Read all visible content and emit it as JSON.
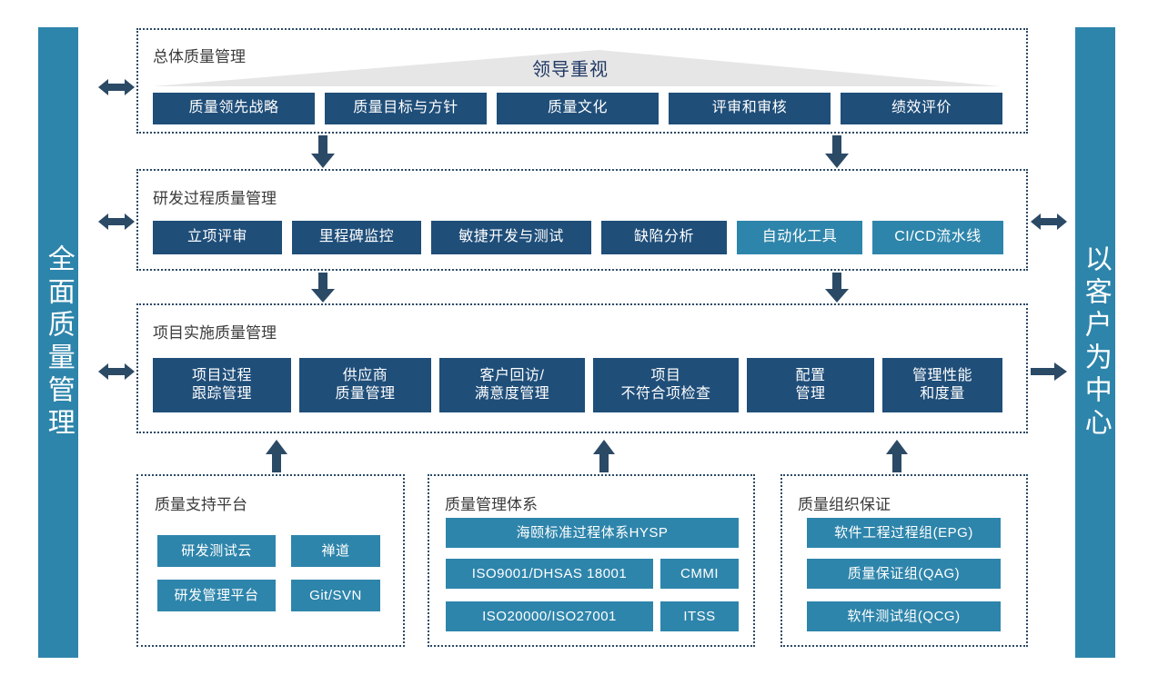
{
  "side_bars": {
    "left": {
      "label": "全面质量管理"
    },
    "right": {
      "label": "以客户为中心"
    }
  },
  "sections": [
    {
      "id": "overall-quality-management",
      "title": "总体质量管理",
      "pyramid_label": "领导重视",
      "boxes": [
        {
          "label": "质量领先战略",
          "color": "navy"
        },
        {
          "label": "质量目标与方针",
          "color": "navy"
        },
        {
          "label": "质量文化",
          "color": "navy"
        },
        {
          "label": "评审和审核",
          "color": "navy"
        },
        {
          "label": "绩效评价",
          "color": "navy"
        }
      ]
    },
    {
      "id": "rd-process-quality-management",
      "title": "研发过程质量管理",
      "boxes": [
        {
          "label": "立项评审",
          "color": "navy"
        },
        {
          "label": "里程碑监控",
          "color": "navy"
        },
        {
          "label": "敏捷开发与测试",
          "color": "navy"
        },
        {
          "label": "缺陷分析",
          "color": "navy"
        },
        {
          "label": "自动化工具",
          "color": "teal"
        },
        {
          "label": "CI/CD流水线",
          "color": "teal"
        }
      ]
    },
    {
      "id": "project-implementation-quality-management",
      "title": "项目实施质量管理",
      "boxes": [
        {
          "label": "项目过程\n跟踪管理",
          "color": "navy"
        },
        {
          "label": "供应商\n质量管理",
          "color": "navy"
        },
        {
          "label": "客户回访/\n满意度管理",
          "color": "navy"
        },
        {
          "label": "项目\n不符合项检查",
          "color": "navy"
        },
        {
          "label": "配置\n管理",
          "color": "navy"
        },
        {
          "label": "管理性能\n和度量",
          "color": "navy"
        }
      ]
    }
  ],
  "bottom_panels": [
    {
      "id": "quality-support-platform",
      "title": "质量支持平台",
      "boxes": [
        {
          "label": "研发测试云",
          "color": "teal"
        },
        {
          "label": "禅道",
          "color": "teal"
        },
        {
          "label": "研发管理平台",
          "color": "teal"
        },
        {
          "label": "Git/SVN",
          "color": "teal"
        }
      ]
    },
    {
      "id": "quality-management-system",
      "title": "质量管理体系",
      "boxes": [
        {
          "label": "海颐标准过程体系HYSP",
          "color": "teal"
        },
        {
          "label": "ISO9001/DHSAS 18001",
          "color": "teal"
        },
        {
          "label": "CMMI",
          "color": "teal"
        },
        {
          "label": "ISO20000/ISO27001",
          "color": "teal"
        },
        {
          "label": "ITSS",
          "color": "teal"
        }
      ]
    },
    {
      "id": "quality-organization-assurance",
      "title": "质量组织保证",
      "boxes": [
        {
          "label": "软件工程过程组(EPG)",
          "color": "teal"
        },
        {
          "label": "质量保证组(QAG)",
          "color": "teal"
        },
        {
          "label": "软件测试组(QCG)",
          "color": "teal"
        }
      ]
    }
  ],
  "colors": {
    "navy": "#1F4E79",
    "teal": "#2E85AB",
    "arrow": "#2B4A66",
    "dotted_border": "#2B4A66",
    "triangle": "#E6E6E6",
    "pyramid_text": "#1F3864"
  }
}
